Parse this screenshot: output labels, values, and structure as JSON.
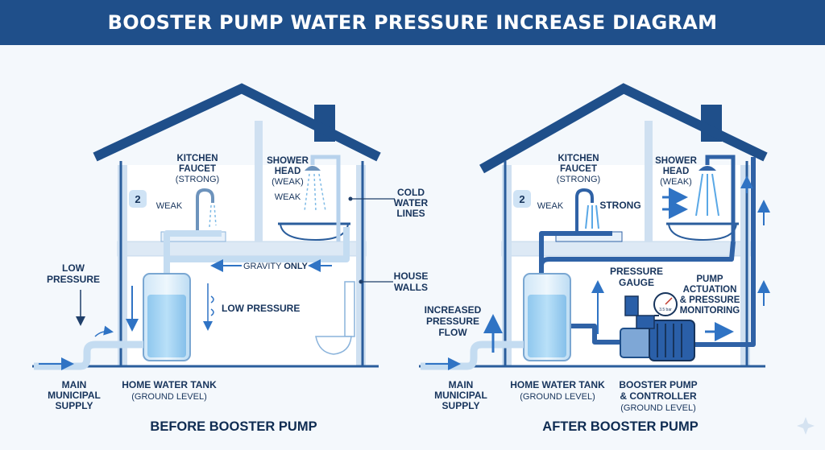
{
  "title": "BOOSTER PUMP WATER PRESSURE INCREASE DIAGRAM",
  "colors": {
    "header": "#1f4f8a",
    "house_outline": "#2a5d9c",
    "water": "#a8d3f0",
    "pipe": "#cfe3f5",
    "pipe_active": "#2f62a6",
    "arrow": "#2f73c4"
  },
  "before": {
    "caption": "BEFORE BOOSTER PUMP",
    "badge": "2",
    "kitchen_faucet": [
      "KITCHEN",
      "FAUCET",
      "(STRONG)"
    ],
    "kitchen_flow": "WEAK",
    "shower_head": [
      "SHOWER",
      "HEAD",
      "(WEAK)"
    ],
    "shower_flow": "WEAK",
    "cold_water_lines": [
      "COLD",
      "WATER",
      "LINES"
    ],
    "gravity": "GRAVITY ",
    "gravity_only": "ONLY",
    "low_pressure_side": [
      "LOW",
      "PRESSURE"
    ],
    "low_pressure_tank": "LOW PRESSURE",
    "house_walls": [
      "HOUSE",
      "WALLS"
    ],
    "main_supply": [
      "MAIN",
      "MUNICIPAL",
      "SUPPLY"
    ],
    "tank": [
      "HOME WATER TANK",
      "(GROUND LEVEL)"
    ]
  },
  "after": {
    "caption": "AFTER BOOSTER PUMP",
    "badge": "2",
    "kitchen_faucet": [
      "KITCHEN",
      "FAUCET",
      "(STRONG)"
    ],
    "kitchen_flow_left": "WEAK",
    "kitchen_flow_right": "STRONG",
    "shower_head": [
      "SHOWER",
      "HEAD",
      "(WEAK)"
    ],
    "pressure_gauge": [
      "PRESSURE",
      "GAUGE"
    ],
    "gauge_reading": "3.5 bar",
    "pump_actuation": [
      "PUMP",
      "ACTUATION",
      "& PRESSURE",
      "MONITORING"
    ],
    "increased_flow": [
      "INCREASED",
      "PRESSURE",
      "FLOW"
    ],
    "main_supply": [
      "MAIN",
      "MUNICIPAL",
      "SUPPLY"
    ],
    "tank": [
      "HOME WATER TANK",
      "(GROUND LEVEL)"
    ],
    "pump": [
      "BOOSTER PUMP",
      "& CONTROLLER",
      "(GROUND LEVEL)"
    ]
  }
}
